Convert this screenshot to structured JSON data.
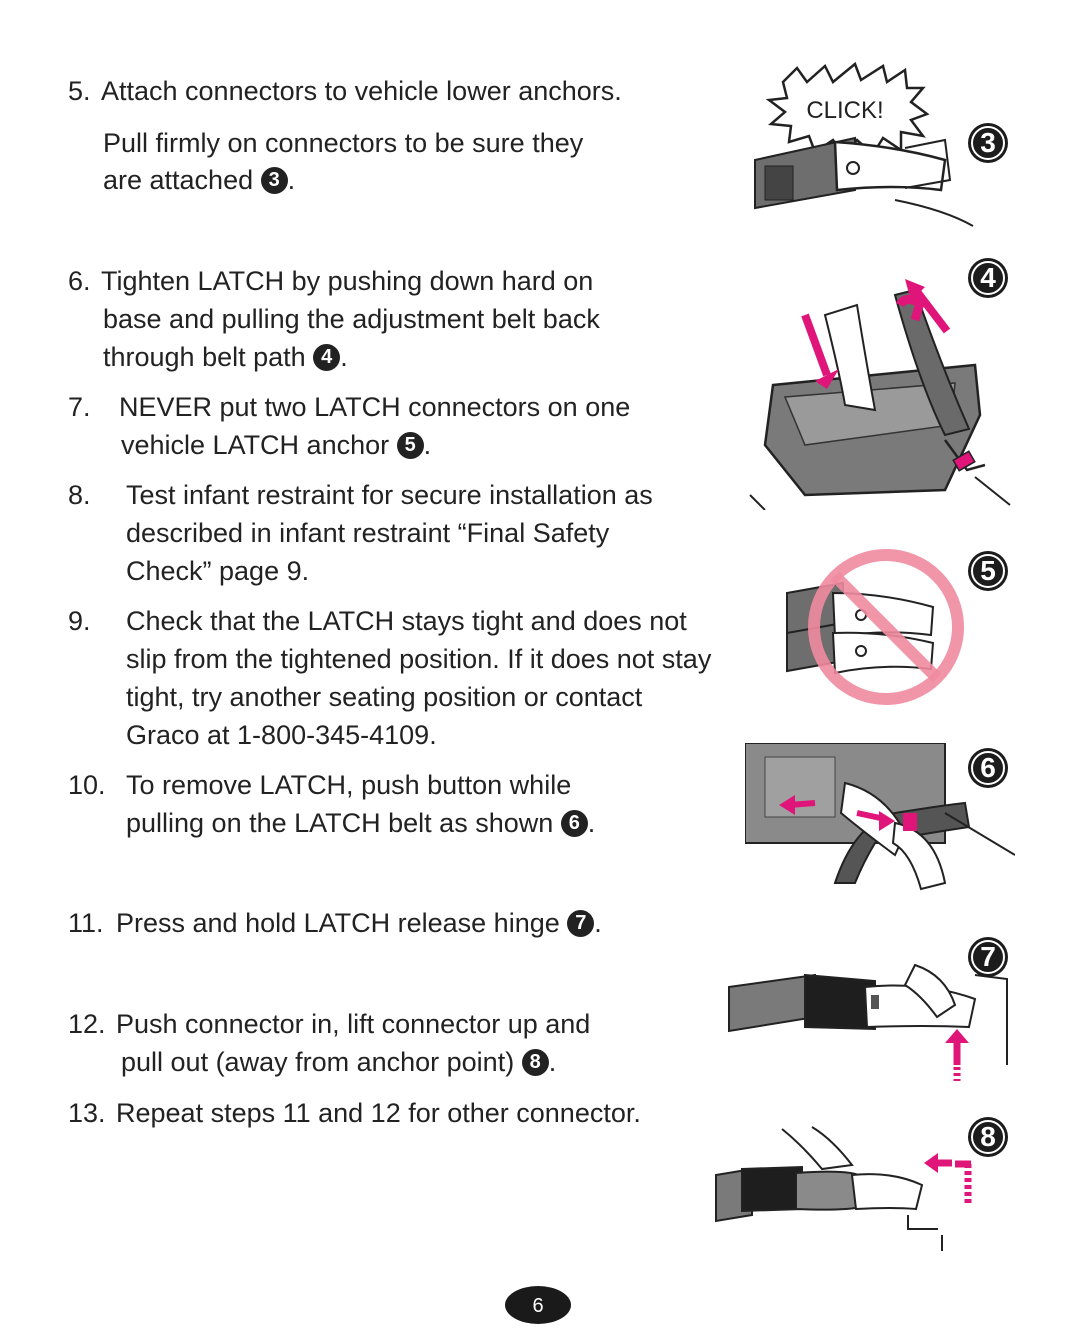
{
  "steps": {
    "s5": {
      "num": "5.",
      "line1": "Attach connectors to vehicle lower anchors.",
      "line2": "Pull firmly on connectors to be sure they",
      "line3": "are attached",
      "ref": "3",
      "end": "."
    },
    "s6": {
      "num": "6.",
      "line1": "Tighten LATCH by pushing down hard on",
      "line2": "base and pulling the adjustment belt back",
      "line3": "through belt path",
      "ref": "4",
      "end": "."
    },
    "s7": {
      "num": "7.",
      "line1": "NEVER put two LATCH connectors on one",
      "line2": "vehicle LATCH anchor",
      "ref": "5",
      "end": "."
    },
    "s8": {
      "num": "8.",
      "line1": "Test infant restraint for secure installation as",
      "line2": "described in infant restraint “Final Safety",
      "line3": "Check” page 9."
    },
    "s9": {
      "num": "9.",
      "line1": "Check that the LATCH stays tight and does not",
      "line2": "slip from the tightened position. If it does not stay",
      "line3": "tight, try another seating position or contact",
      "line4": "Graco at 1-800-345-4109."
    },
    "s10": {
      "num": "10.",
      "line1": "To remove LATCH, push button while",
      "line2": "pulling on the LATCH belt as shown",
      "ref": "6",
      "end": "."
    },
    "s11": {
      "num": "11.",
      "line1": "Press and hold LATCH release hinge",
      "ref": "7",
      "end": "."
    },
    "s12": {
      "num": "12.",
      "line1": "Push connector in, lift connector up and",
      "line2": "pull out (away from anchor point)",
      "ref": "8",
      "end": "."
    },
    "s13": {
      "num": "13.",
      "line1": "Repeat steps 11 and 12 for other connector."
    }
  },
  "figures": {
    "fig3": {
      "badge": "3",
      "callout": "CLICK!"
    },
    "fig4": {
      "badge": "4"
    },
    "fig5": {
      "badge": "5"
    },
    "fig6": {
      "badge": "6"
    },
    "fig7": {
      "badge": "7"
    },
    "fig8": {
      "badge": "8"
    }
  },
  "colors": {
    "accent": "#e0157a",
    "prohibit": "#f08aa0",
    "ink": "#222222"
  },
  "page_number": "6"
}
